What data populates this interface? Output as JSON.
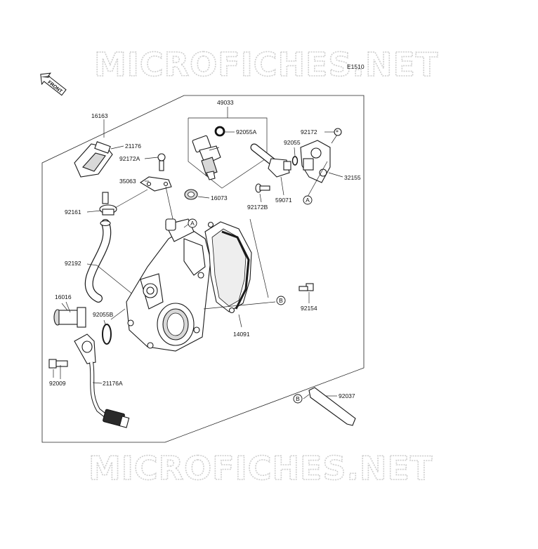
{
  "watermark": {
    "top_text": "MICROFICHES.NET",
    "bottom_text": "MICROFICHES.NET"
  },
  "diagram_code": "E1510",
  "front_arrow": {
    "label": "FRONT",
    "icon": "front-arrow-icon"
  },
  "callouts": {
    "ref_a_1": "A",
    "ref_a_2": "A",
    "ref_b_1": "B",
    "ref_b_2": "B"
  },
  "parts": {
    "p16163": "16163",
    "p21176": "21176",
    "p92172A": "92172A",
    "p35063": "35063",
    "p92161": "92161",
    "p92192": "92192",
    "p16016": "16016",
    "p92055B": "92055B",
    "p92009": "92009",
    "p21176A": "21176A",
    "p49033": "49033",
    "p92055A": "92055A",
    "p16073": "16073",
    "p92172": "92172",
    "p92055": "92055",
    "p32155": "32155",
    "p59071": "59071",
    "p92172B": "92172B",
    "p92154": "92154",
    "p14091": "14091",
    "p92037": "92037"
  }
}
